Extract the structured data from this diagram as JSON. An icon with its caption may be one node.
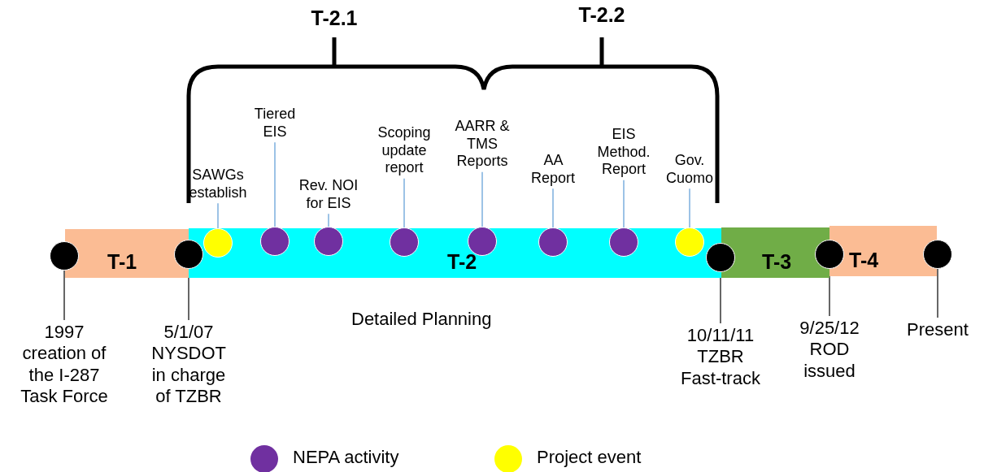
{
  "diagram": {
    "nodes": [
      {
        "text": [
          "T-1"
        ]
      },
      {
        "text": [
          "T-2"
        ],
        "beside": [
          "Detailed Planning"
        ]
      },
      {
        "text": [
          "T-3"
        ]
      },
      {
        "text": [
          "T-4"
        ]
      },
      {
        "text": [],
        "shape": "circle"
      },
      {
        "text": [],
        "shape": "circle"
      },
      {
        "text": [],
        "shape": "circle"
      },
      {
        "text": [],
        "shape": "circle"
      },
      {
        "text": [],
        "shape": "circle"
      },
      {
        "text": [],
        "shape": "circle",
        "in": 1
      },
      {
        "text": [],
        "shape": "circle",
        "in": 1
      },
      {
        "text": [],
        "shape": "circle",
        "in": 1
      },
      {
        "text": [],
        "shape": "circle",
        "in": 1
      },
      {
        "text": [],
        "shape": "circle",
        "in": 1
      },
      {
        "text": [],
        "shape": "circle",
        "in": 1
      },
      {
        "text": [],
        "shape": "circle",
        "in": 1
      },
      {
        "text": [],
        "shape": "circle",
        "in": 1
      },
      {
        "text": [
          "SAWGs establish"
        ]
      },
      {
        "text": [
          "Tiered EIS"
        ]
      },
      {
        "text": [
          "Rev. NOI for EIS"
        ]
      },
      {
        "text": [
          "Scoping update report"
        ]
      },
      {
        "text": [
          "AARR & TMS Reports"
        ]
      },
      {
        "text": [
          "AA Report"
        ]
      },
      {
        "text": [
          "EIS Method. Report"
        ]
      },
      {
        "text": [
          "Gov. Cuomo"
        ]
      },
      {
        "text": [
          "1997 creation of the I-287 Task Force"
        ]
      },
      {
        "text": [
          "5/1/07 NYSDOT in charge of TZBR"
        ]
      },
      {
        "text": [
          "10/11/11 TZBR Fast-track"
        ]
      },
      {
        "text": [
          "9/25/12 ROD issued"
        ]
      },
      {
        "text": [
          "Present"
        ]
      }
    ],
    "edges": [
      {
        "from": 17,
        "to": 9,
        "arrow": "none"
      },
      {
        "from": 18,
        "to": 10,
        "arrow": "none"
      },
      {
        "from": 19,
        "to": 11,
        "arrow": "none"
      },
      {
        "from": 20,
        "to": 12,
        "arrow": "none"
      },
      {
        "from": 21,
        "to": 13,
        "arrow": "none"
      },
      {
        "from": 22,
        "to": 14,
        "arrow": "none"
      },
      {
        "from": 23,
        "to": 15,
        "arrow": "none"
      },
      {
        "from": 24,
        "to": 16,
        "arrow": "none"
      },
      {
        "from": 25,
        "to": 4,
        "arrow": "none",
        "color": "#000000"
      },
      {
        "from": 26,
        "to": 5,
        "arrow": "none",
        "color": "#000000"
      },
      {
        "from": 27,
        "to": 6,
        "arrow": "none",
        "color": "#000000"
      },
      {
        "from": 28,
        "to": 7,
        "arrow": "none",
        "color": "#000000"
      },
      {
        "from": 29,
        "to": 8,
        "arrow": "none",
        "color": "#000000"
      }
    ],
    "labels": [
      "T-2.1",
      "T-2.2"
    ],
    "legend": [
      {
        "text": "NEPA activity",
        "color": "#7030a0"
      },
      {
        "text": "Project event",
        "color": "#ffff00"
      }
    ]
  }
}
